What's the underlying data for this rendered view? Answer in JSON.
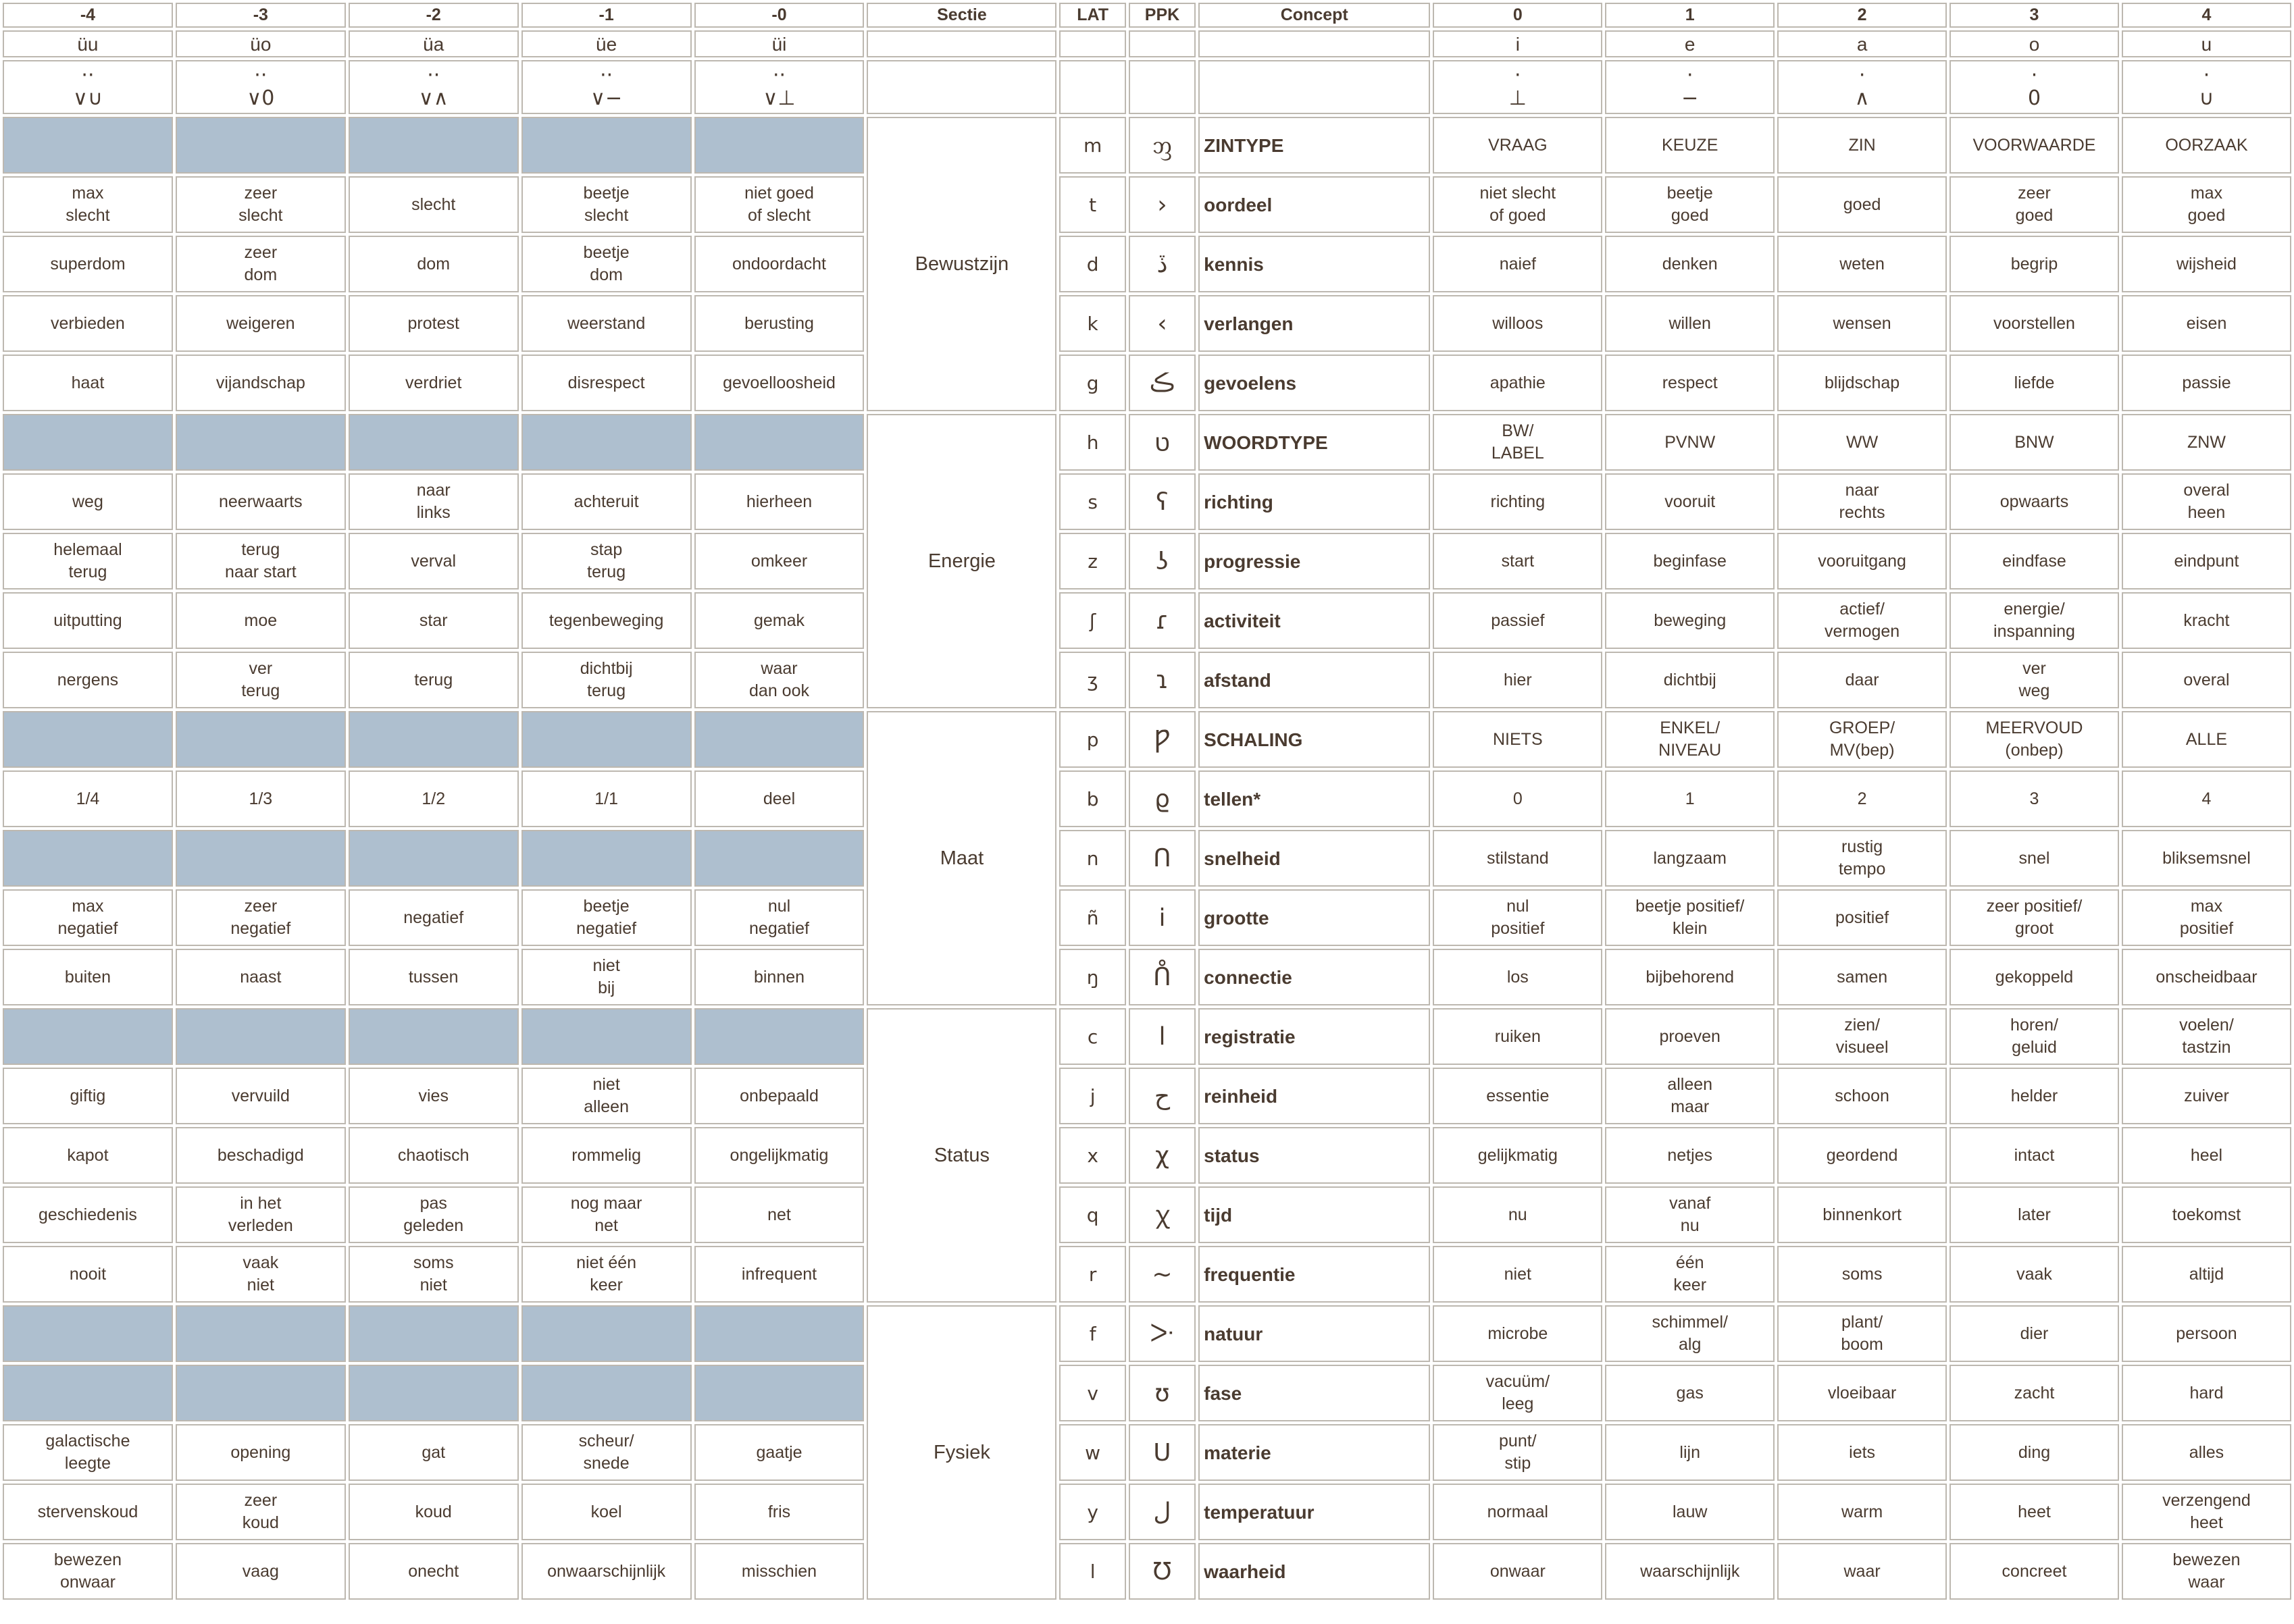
{
  "header": {
    "neg": [
      "-4",
      "-3",
      "-2",
      "-1",
      "-0"
    ],
    "sectie": "Sectie",
    "lat": "LAT",
    "ppk": "PPK",
    "concept": "Concept",
    "pos": [
      "0",
      "1",
      "2",
      "3",
      "4"
    ]
  },
  "vowels": {
    "neg": [
      "üu",
      "üo",
      "üa",
      "üe",
      "üi"
    ],
    "pos": [
      "i",
      "e",
      "a",
      "o",
      "u"
    ]
  },
  "glyphs": {
    "neg": [
      "·· \n∨∪",
      "·· \n∨0",
      "·· \n∨∧",
      "·· \n∨−",
      "·· \n∨⊥"
    ],
    "pos": [
      "·\n⊥",
      "·\n−",
      "·\n∧",
      "·\n0",
      "·\n∪"
    ]
  },
  "sections": [
    "Bewustzijn",
    "Energie",
    "Maat",
    "Status",
    "Fysiek"
  ],
  "rows": [
    {
      "neg": null,
      "lat": "m",
      "ppk": "ᦀ",
      "concept": "ZINTYPE",
      "pos": [
        "VRAAG",
        "KEUZE",
        "ZIN",
        "VOORWAARDE",
        "OORZAAK"
      ]
    },
    {
      "neg": [
        "max\nslecht",
        "zeer\nslecht",
        "slecht",
        "beetje\nslecht",
        "niet goed\nof slecht"
      ],
      "lat": "t",
      "ppk": "›",
      "concept": "oordeel",
      "pos": [
        "niet slecht\nof goed",
        "beetje\ngoed",
        "goed",
        "zeer\ngoed",
        "max\ngoed"
      ]
    },
    {
      "neg": [
        "superdom",
        "zeer\ndom",
        "dom",
        "beetje\ndom",
        "ondoordacht"
      ],
      "lat": "d",
      "ppk": "ڏ",
      "concept": "kennis",
      "pos": [
        "naief",
        "denken",
        "weten",
        "begrip",
        "wijsheid"
      ]
    },
    {
      "neg": [
        "verbieden",
        "weigeren",
        "protest",
        "weerstand",
        "berusting"
      ],
      "lat": "k",
      "ppk": "‹",
      "concept": "verlangen",
      "pos": [
        "willoos",
        "willen",
        "wensen",
        "voorstellen",
        "eisen"
      ]
    },
    {
      "neg": [
        "haat",
        "vijandschap",
        "verdriet",
        "disrespect",
        "gevoelloosheid"
      ],
      "lat": "g",
      "ppk": "ڪ",
      "concept": "gevoelens",
      "pos": [
        "apathie",
        "respect",
        "blijdschap",
        "liefde",
        "passie"
      ]
    },
    {
      "neg": null,
      "lat": "h",
      "ppk": "ט",
      "concept": "WOORDTYPE",
      "pos": [
        "BW/\nLABEL",
        "PVNW",
        "WW",
        "BNW",
        "ZNW"
      ]
    },
    {
      "neg": [
        "weg",
        "neerwaarts",
        "naar\nlinks",
        "achteruit",
        "hierheen"
      ],
      "lat": "s",
      "ppk": "ʕ",
      "concept": "richting",
      "pos": [
        "richting",
        "vooruit",
        "naar\nrechts",
        "opwaarts",
        "overal\nheen"
      ]
    },
    {
      "neg": [
        "helemaal\nterug",
        "terug\nnaar start",
        "verval",
        "stap\nterug",
        "omkeer"
      ],
      "lat": "z",
      "ppk": "ʖ",
      "concept": "progressie",
      "pos": [
        "start",
        "beginfase",
        "vooruitgang",
        "eindfase",
        "eindpunt"
      ]
    },
    {
      "neg": [
        "uitputting",
        "moe",
        "star",
        "tegenbeweging",
        "gemak"
      ],
      "lat": "ʃ",
      "ppk": "ɾ",
      "concept": "activiteit",
      "pos": [
        "passief",
        "beweging",
        "actief/\nvermogen",
        "energie/\ninspanning",
        "kracht"
      ]
    },
    {
      "neg": [
        "nergens",
        "ver\nterug",
        "terug",
        "dichtbij\nterug",
        "waar\ndan ook"
      ],
      "lat": "ʒ",
      "ppk": "ɿ",
      "concept": "afstand",
      "pos": [
        "hier",
        "dichtbij",
        "daar",
        "ver\nweg",
        "overal"
      ]
    },
    {
      "neg": null,
      "lat": "p",
      "ppk": "Ƿ",
      "concept": "SCHALING",
      "pos": [
        "NIETS",
        "ENKEL/\nNIVEAU",
        "GROEP/\nMV(bep)",
        "MEERVOUD\n(onbep)",
        "ALLE"
      ]
    },
    {
      "neg": [
        "1/4",
        "1/3",
        "1/2",
        "1/1",
        "deel"
      ],
      "lat": "b",
      "ppk": "ϱ",
      "concept": "tellen*",
      "pos": [
        "0",
        "1",
        "2",
        "3",
        "4"
      ]
    },
    {
      "neg": null,
      "lat": "n",
      "ppk": "ᑎ",
      "concept": "snelheid",
      "pos": [
        "stilstand",
        "langzaam",
        "rustig\ntempo",
        "snel",
        "bliksemsnel"
      ]
    },
    {
      "neg": [
        "max\nnegatief",
        "zeer\nnegatief",
        "negatief",
        "beetje\nnegatief",
        "nul\nnegatief"
      ],
      "lat": "ñ",
      "ppk": "ⅰ",
      "concept": "grootte",
      "pos": [
        "nul\npositief",
        "beetje positief/\nklein",
        "positief",
        "zeer positief/\ngroot",
        "max\npositief"
      ]
    },
    {
      "neg": [
        "buiten",
        "naast",
        "tussen",
        "niet\nbij",
        "binnen"
      ],
      "lat": "ŋ",
      "ppk": "ᑍ",
      "concept": "connectie",
      "pos": [
        "los",
        "bijbehorend",
        "samen",
        "gekoppeld",
        "onscheidbaar"
      ]
    },
    {
      "neg": null,
      "lat": "c",
      "ppk": "ﺍ",
      "concept": "registratie",
      "pos": [
        "ruiken",
        "proeven",
        "zien/\nvisueel",
        "horen/\ngeluid",
        "voelen/\ntastzin"
      ]
    },
    {
      "neg": [
        "giftig",
        "vervuild",
        "vies",
        "niet\nalleen",
        "onbepaald"
      ],
      "lat": "j",
      "ppk": "ح",
      "concept": "reinheid",
      "pos": [
        "essentie",
        "alleen\nmaar",
        "schoon",
        "helder",
        "zuiver"
      ]
    },
    {
      "neg": [
        "kapot",
        "beschadigd",
        "chaotisch",
        "rommelig",
        "ongelijkmatig"
      ],
      "lat": "x",
      "ppk": "χ",
      "concept": "status",
      "pos": [
        "gelijkmatig",
        "netjes",
        "geordend",
        "intact",
        "heel"
      ]
    },
    {
      "neg": [
        "geschiedenis",
        "in het\nverleden",
        "pas\ngeleden",
        "nog maar\nnet",
        "net"
      ],
      "lat": "q",
      "ppk": "ꭓ",
      "concept": "tijd",
      "pos": [
        "nu",
        "vanaf\nnu",
        "binnenkort",
        "later",
        "toekomst"
      ]
    },
    {
      "neg": [
        "nooit",
        "vaak\nniet",
        "soms\nniet",
        "niet één\nkeer",
        "infrequent"
      ],
      "lat": "r",
      "ppk": "~",
      "concept": "frequentie",
      "pos": [
        "niet",
        "één\nkeer",
        "soms",
        "vaak",
        "altijd"
      ]
    },
    {
      "neg": null,
      "lat": "f",
      "ppk": "ᑁ",
      "concept": "natuur",
      "pos": [
        "microbe",
        "schimmel/\nalg",
        "plant/\nboom",
        "dier",
        "persoon"
      ]
    },
    {
      "neg": null,
      "lat": "v",
      "ppk": "ʊ",
      "concept": "fase",
      "pos": [
        "vacuüm/\nleeg",
        "gas",
        "vloeibaar",
        "zacht",
        "hard"
      ]
    },
    {
      "neg": [
        "galactische\nleegte",
        "opening",
        "gat",
        "scheur/\nsnede",
        "gaatje"
      ],
      "lat": "w",
      "ppk": "U",
      "concept": "materie",
      "pos": [
        "punt/\nstip",
        "lijn",
        "iets",
        "ding",
        "alles"
      ]
    },
    {
      "neg": [
        "stervenskoud",
        "zeer\nkoud",
        "koud",
        "koel",
        "fris"
      ],
      "lat": "y",
      "ppk": "ل",
      "concept": "temperatuur",
      "pos": [
        "normaal",
        "lauw",
        "warm",
        "heet",
        "verzengend\nheet"
      ]
    },
    {
      "neg": [
        "bewezen\nonwaar",
        "vaag",
        "onecht",
        "onwaarschijnlijk",
        "misschien"
      ],
      "lat": "l",
      "ppk": "Ʊ",
      "concept": "waarheid",
      "pos": [
        "onwaar",
        "waarschijnlijk",
        "waar",
        "concreet",
        "bewezen\nwaar"
      ]
    }
  ]
}
